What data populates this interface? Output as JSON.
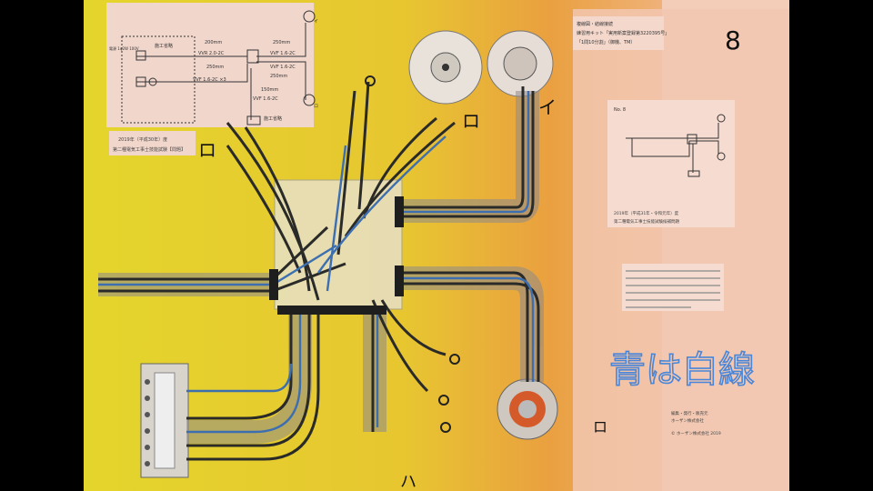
{
  "diagram": {
    "dim_200_top": "200mm",
    "dim_250_top": "250mm",
    "dim_250_mid": "250mm",
    "dim_250_right": "250mm",
    "dim_150": "150mm",
    "cable_main": "VVR 2.0-2C",
    "cable_right_top": "VVF 1.6-2C",
    "cable_right_mid": "VVF 1.6-2C",
    "cable_lower": "VVF 1.6-2C ×3",
    "cable_vertical": "VVF 1.6-2C",
    "power_label": "電源 1φ2W 100V",
    "omitted_label": "施工省略",
    "omitted_label_bottom": "施工省略",
    "label_i": "イ",
    "label_ro": "ロ",
    "caption_line1": "2019年（平成30年）度",
    "caption_line2": "第二種電気工事士技能試験【問題】"
  },
  "photo_labels": {
    "number": "8",
    "ro_left": "ロ",
    "ro_center": "ロ",
    "i_right": "イ",
    "ro_bottom": "ロ",
    "ha_bottom": "ハ",
    "handwritten_note": "青は白線"
  },
  "right_panel": {
    "header_line1": "複線図・結線接続",
    "header_line2": "練習用キット「実用新案登録第3220395号」",
    "header_line3": "「1問10分割」（御機、TM）",
    "mini_title": "No. 8",
    "mini_caption1": "2019年（平成31年・令和元年）度",
    "mini_caption2": "第二種電気工事士技能試験候補問題",
    "footer1": "編集・発行・販売元",
    "footer2": "ホーザン株式会社",
    "copyright": "© ホーザン株式会社 2019"
  },
  "colors": {
    "yellow": "#e6d52a",
    "pink": "#f2c9b4",
    "wire_black": "#2a2a28",
    "wire_blue": "#3d6fb0",
    "note_blue": "#4a86d8"
  }
}
